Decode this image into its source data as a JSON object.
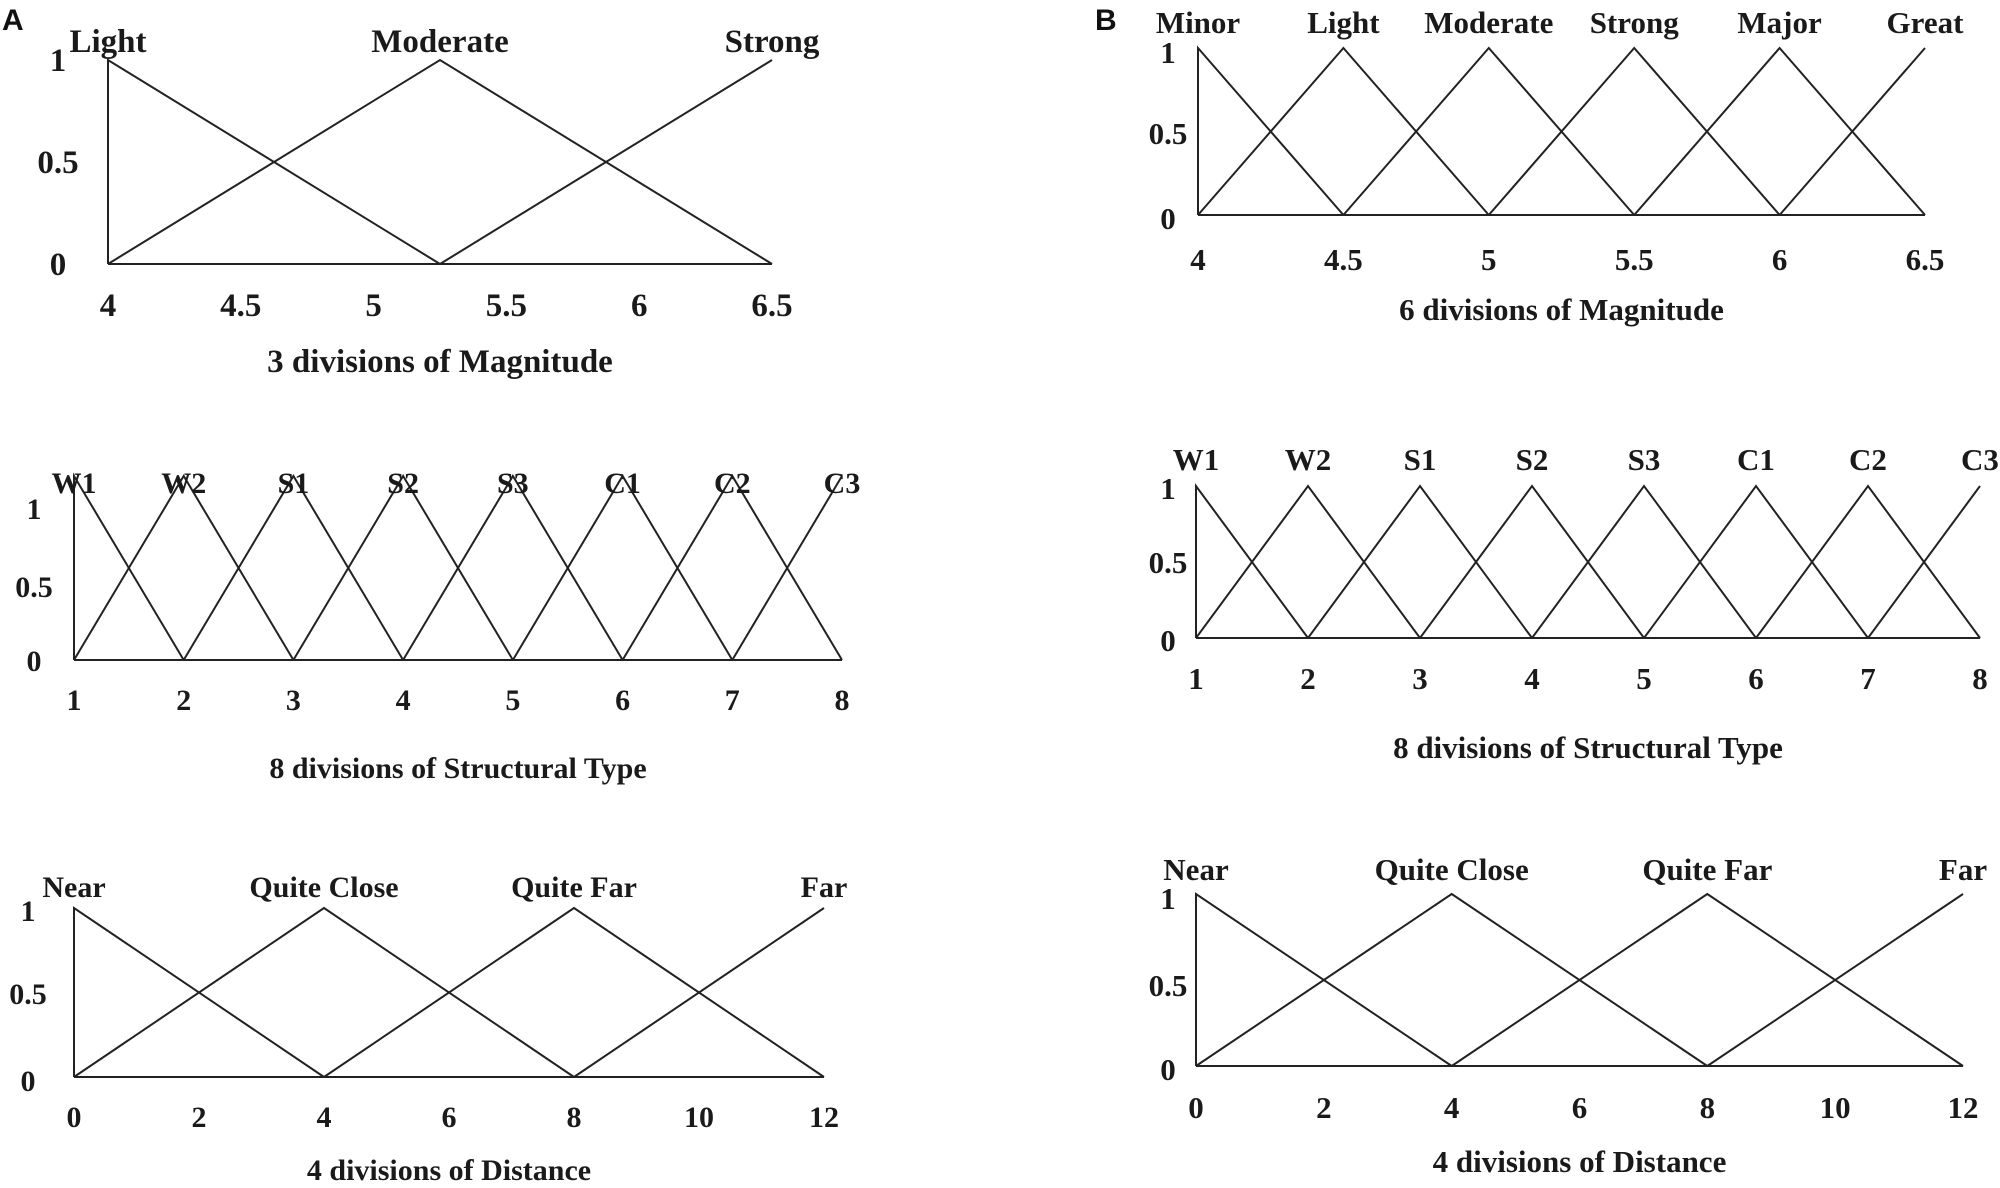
{
  "panels": [
    "A",
    "B"
  ],
  "colors": {
    "line": "#222222",
    "text": "#1a1a1a",
    "background": "#ffffff"
  },
  "chart_data": [
    {
      "type": "line",
      "panel": "A",
      "xlabel": "3 divisions of Magnitude",
      "xlim": [
        4,
        6.5
      ],
      "ylim": [
        0,
        1
      ],
      "x_ticks": [
        "4",
        "4.5",
        "5",
        "5.5",
        "6",
        "6.5"
      ],
      "y_ticks": [
        "0",
        "0.5",
        "1"
      ],
      "series": [
        {
          "name": "Light",
          "x": [
            4,
            4,
            5.25
          ],
          "y": [
            0,
            1,
            0
          ]
        },
        {
          "name": "Moderate",
          "x": [
            4,
            5.25,
            6.5
          ],
          "y": [
            0,
            1,
            0
          ]
        },
        {
          "name": "Strong",
          "x": [
            5.25,
            6.5
          ],
          "y": [
            0,
            1
          ]
        }
      ]
    },
    {
      "type": "line",
      "panel": "A",
      "xlabel": "8 divisions of Structural Type",
      "xlim": [
        1,
        8
      ],
      "ylim": [
        0,
        1
      ],
      "x_ticks": [
        "1",
        "2",
        "3",
        "4",
        "5",
        "6",
        "7",
        "8"
      ],
      "y_ticks": [
        "0",
        "0.5",
        "1"
      ],
      "series": [
        {
          "name": "W1",
          "x": [
            1,
            1,
            2
          ],
          "y": [
            0,
            1,
            0
          ]
        },
        {
          "name": "W2",
          "x": [
            1,
            2,
            3
          ],
          "y": [
            0,
            1,
            0
          ]
        },
        {
          "name": "S1",
          "x": [
            2,
            3,
            4
          ],
          "y": [
            0,
            1,
            0
          ]
        },
        {
          "name": "S2",
          "x": [
            3,
            4,
            5
          ],
          "y": [
            0,
            1,
            0
          ]
        },
        {
          "name": "S3",
          "x": [
            4,
            5,
            6
          ],
          "y": [
            0,
            1,
            0
          ]
        },
        {
          "name": "C1",
          "x": [
            5,
            6,
            7
          ],
          "y": [
            0,
            1,
            0
          ]
        },
        {
          "name": "C2",
          "x": [
            6,
            7,
            8
          ],
          "y": [
            0,
            1,
            0
          ]
        },
        {
          "name": "C3",
          "x": [
            7,
            8
          ],
          "y": [
            0,
            1
          ]
        }
      ]
    },
    {
      "type": "line",
      "panel": "A",
      "xlabel": "4 divisions of Distance",
      "xlim": [
        0,
        12
      ],
      "ylim": [
        0,
        1
      ],
      "x_ticks": [
        "0",
        "2",
        "4",
        "6",
        "8",
        "10",
        "12"
      ],
      "y_ticks": [
        "0",
        "0.5",
        "1"
      ],
      "series": [
        {
          "name": "Near",
          "x": [
            0,
            0,
            4
          ],
          "y": [
            0,
            1,
            0
          ]
        },
        {
          "name": "Quite Close",
          "x": [
            0,
            4,
            8
          ],
          "y": [
            0,
            1,
            0
          ]
        },
        {
          "name": "Quite Far",
          "x": [
            4,
            8,
            12
          ],
          "y": [
            0,
            1,
            0
          ]
        },
        {
          "name": "Far",
          "x": [
            8,
            12
          ],
          "y": [
            0,
            1
          ]
        }
      ]
    },
    {
      "type": "line",
      "panel": "B",
      "xlabel": "6 divisions of Magnitude",
      "xlim": [
        4,
        6.5
      ],
      "ylim": [
        0,
        1
      ],
      "x_ticks": [
        "4",
        "4.5",
        "5",
        "5.5",
        "6",
        "6.5"
      ],
      "y_ticks": [
        "0",
        "0.5",
        "1"
      ],
      "series": [
        {
          "name": "Minor",
          "x": [
            4,
            4,
            4.5
          ],
          "y": [
            0,
            1,
            0
          ]
        },
        {
          "name": "Light",
          "x": [
            4,
            4.5,
            5
          ],
          "y": [
            0,
            1,
            0
          ]
        },
        {
          "name": "Moderate",
          "x": [
            4.5,
            5,
            5.5
          ],
          "y": [
            0,
            1,
            0
          ]
        },
        {
          "name": "Strong",
          "x": [
            5,
            5.5,
            6
          ],
          "y": [
            0,
            1,
            0
          ]
        },
        {
          "name": "Major",
          "x": [
            5.5,
            6,
            6.5
          ],
          "y": [
            0,
            1,
            0
          ]
        },
        {
          "name": "Great",
          "x": [
            6,
            6.5
          ],
          "y": [
            0,
            1
          ]
        }
      ]
    },
    {
      "type": "line",
      "panel": "B",
      "xlabel": "8 divisions of Structural Type",
      "xlim": [
        1,
        8
      ],
      "ylim": [
        0,
        1
      ],
      "x_ticks": [
        "1",
        "2",
        "3",
        "4",
        "5",
        "6",
        "7",
        "8"
      ],
      "y_ticks": [
        "0",
        "0.5",
        "1"
      ],
      "series": [
        {
          "name": "W1",
          "x": [
            1,
            1,
            2
          ],
          "y": [
            0,
            1,
            0
          ]
        },
        {
          "name": "W2",
          "x": [
            1,
            2,
            3
          ],
          "y": [
            0,
            1,
            0
          ]
        },
        {
          "name": "S1",
          "x": [
            2,
            3,
            4
          ],
          "y": [
            0,
            1,
            0
          ]
        },
        {
          "name": "S2",
          "x": [
            3,
            4,
            5
          ],
          "y": [
            0,
            1,
            0
          ]
        },
        {
          "name": "S3",
          "x": [
            4,
            5,
            6
          ],
          "y": [
            0,
            1,
            0
          ]
        },
        {
          "name": "C1",
          "x": [
            5,
            6,
            7
          ],
          "y": [
            0,
            1,
            0
          ]
        },
        {
          "name": "C2",
          "x": [
            6,
            7,
            8
          ],
          "y": [
            0,
            1,
            0
          ]
        },
        {
          "name": "C3",
          "x": [
            7,
            8
          ],
          "y": [
            0,
            1
          ]
        }
      ]
    },
    {
      "type": "line",
      "panel": "B",
      "xlabel": "4 divisions of Distance",
      "xlim": [
        0,
        12
      ],
      "ylim": [
        0,
        1
      ],
      "x_ticks": [
        "0",
        "2",
        "4",
        "6",
        "8",
        "10",
        "12"
      ],
      "y_ticks": [
        "0",
        "0.5",
        "1"
      ],
      "series": [
        {
          "name": "Near",
          "x": [
            0,
            0,
            4
          ],
          "y": [
            0,
            1,
            0
          ]
        },
        {
          "name": "Quite Close",
          "x": [
            0,
            4,
            8
          ],
          "y": [
            0,
            1,
            0
          ]
        },
        {
          "name": "Quite Far",
          "x": [
            4,
            8,
            12
          ],
          "y": [
            0,
            1,
            0
          ]
        },
        {
          "name": "Far",
          "x": [
            8,
            12
          ],
          "y": [
            0,
            1
          ]
        }
      ]
    }
  ]
}
